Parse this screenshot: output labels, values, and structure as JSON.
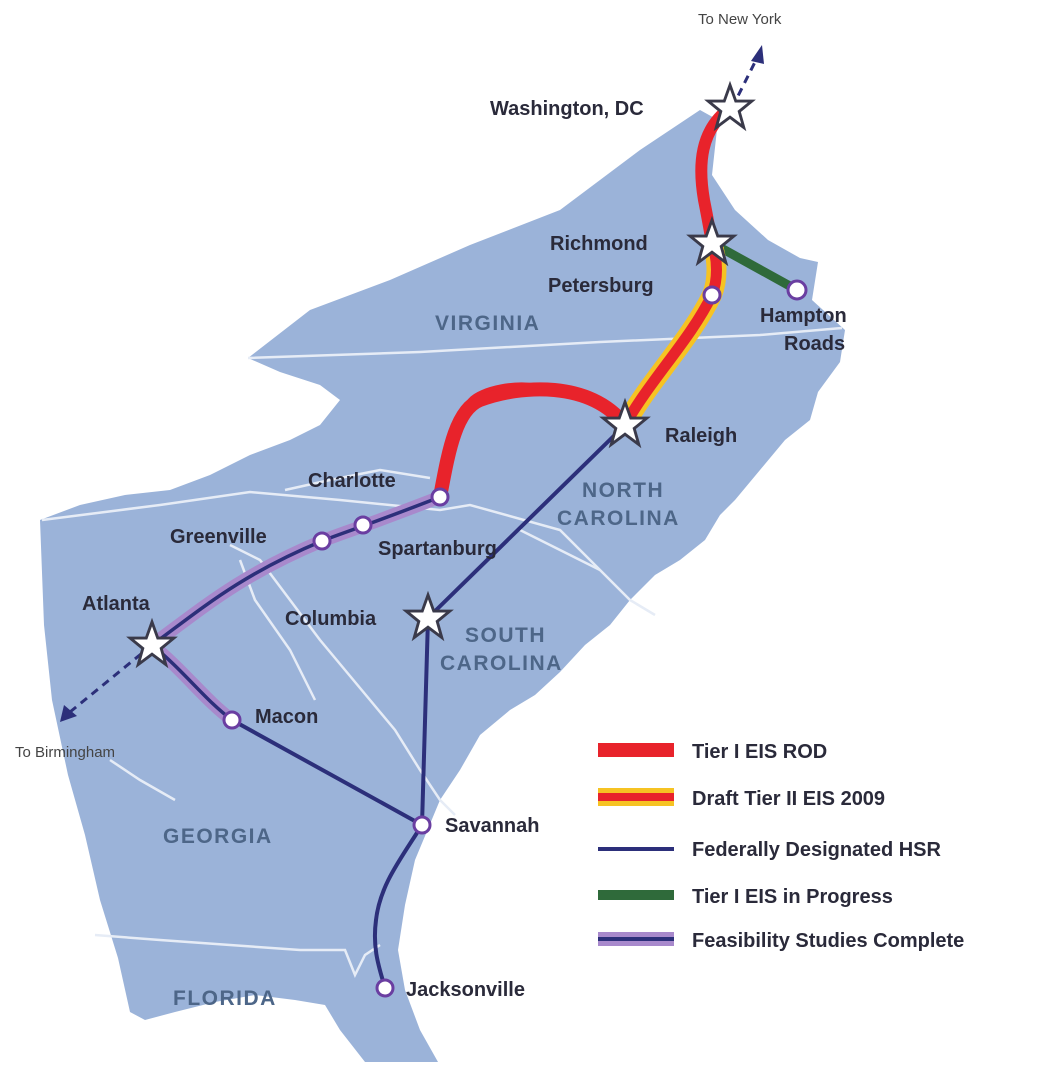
{
  "pointers": {
    "north": "To New York",
    "southwest": "To Birmingham"
  },
  "states": {
    "virginia": "VIRGINIA",
    "north_carolina": [
      "NORTH",
      "CAROLINA"
    ],
    "south_carolina": [
      "SOUTH",
      "CAROLINA"
    ],
    "georgia": "GEORGIA",
    "florida": "FLORIDA"
  },
  "cities": {
    "washington": "Washington, DC",
    "richmond": "Richmond",
    "petersburg": "Petersburg",
    "hampton": [
      "Hampton",
      "Roads"
    ],
    "raleigh": "Raleigh",
    "charlotte": "Charlotte",
    "greenville": "Greenville",
    "spartanburg": "Spartanburg",
    "atlanta": "Atlanta",
    "columbia": "Columbia",
    "macon": "Macon",
    "savannah": "Savannah",
    "jacksonville": "Jacksonville"
  },
  "legend": [
    {
      "label": "Tier I EIS ROD",
      "color": "#e8232b",
      "style": "thick"
    },
    {
      "label": "Draft Tier II EIS 2009",
      "color": "#e8232b",
      "edge": "#f6c323",
      "style": "banded"
    },
    {
      "label": "Federally Designated HSR",
      "color": "#2c2f7a",
      "style": "thin"
    },
    {
      "label": "Tier I EIS in Progress",
      "color": "#2f6a3a",
      "style": "thick"
    },
    {
      "label": "Feasibility Studies Complete",
      "color": "#2c2f7a",
      "edge": "#a889cc",
      "style": "banded"
    }
  ],
  "colors": {
    "land": "#9bb3d9",
    "border": "#e6ecf6",
    "route_red": "#e8232b",
    "route_yellow": "#f6c323",
    "route_navy": "#2c2f7a",
    "route_green": "#2f6a3a",
    "route_lavender": "#a889cc"
  }
}
